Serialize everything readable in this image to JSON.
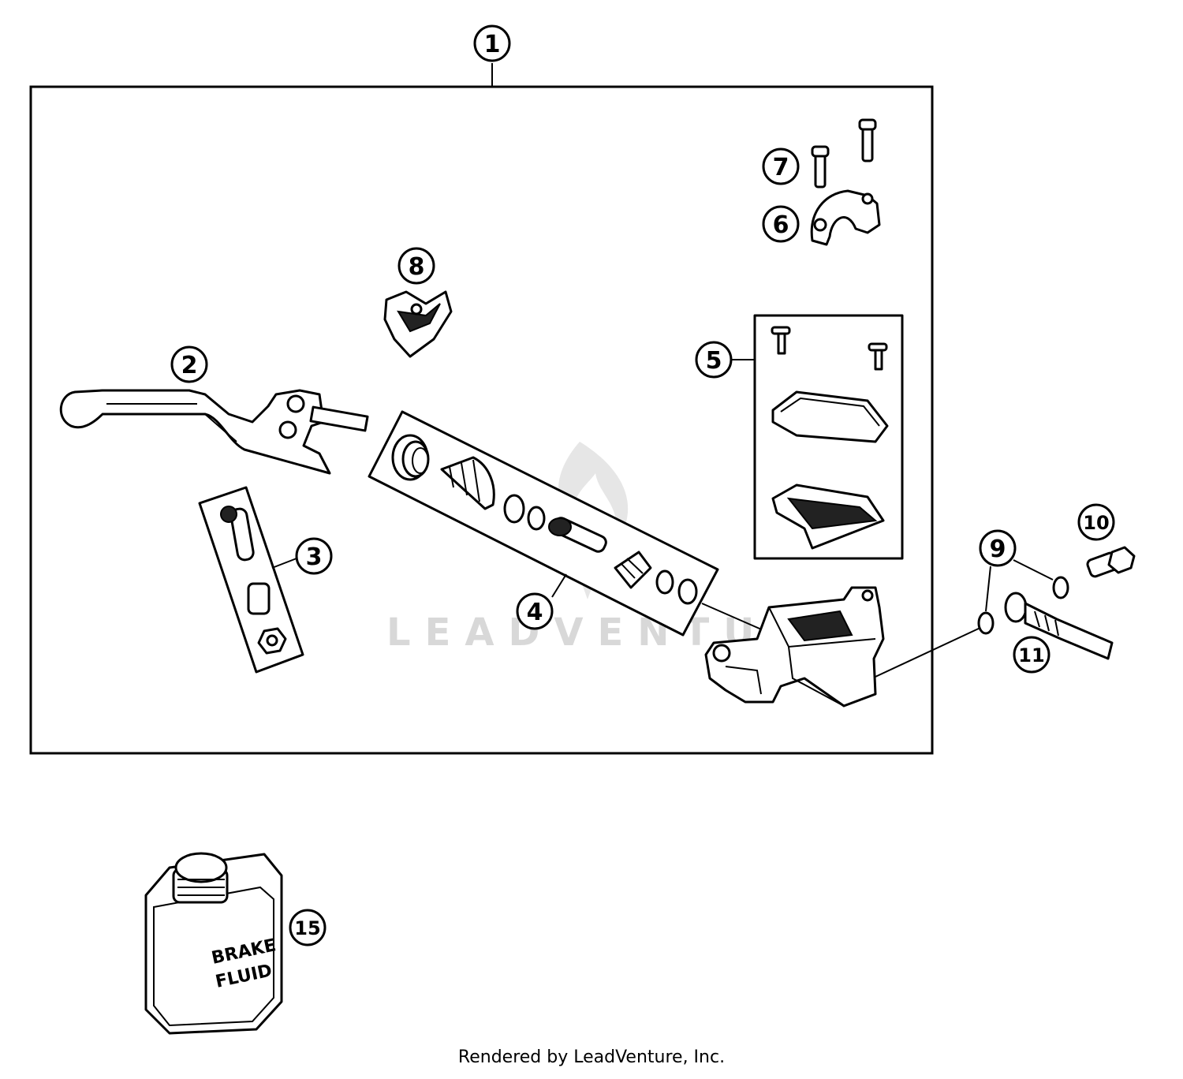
{
  "callouts": {
    "c1": "1",
    "c2": "2",
    "c3": "3",
    "c4": "4",
    "c5": "5",
    "c6": "6",
    "c7": "7",
    "c8": "8",
    "c9": "9",
    "c10": "10",
    "c11": "11",
    "c15": "15"
  },
  "watermark": "LEADVENTURE",
  "can_label": {
    "line1": "BRAKE",
    "line2": "FLUID"
  },
  "footer": "Rendered by LeadVenture, Inc."
}
